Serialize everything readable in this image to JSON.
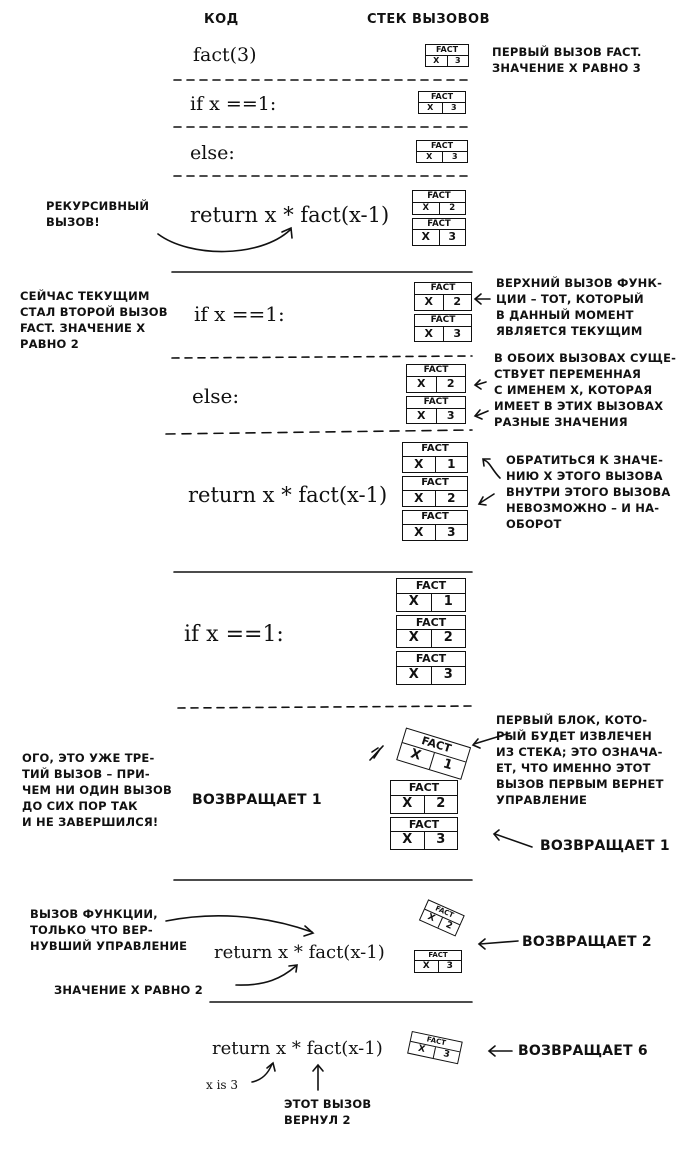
{
  "header": {
    "code_col": "КОД",
    "stack_col": "СТЕК ВЫЗОВОВ"
  },
  "frame_label": "FACT",
  "var_name": "X",
  "steps": {
    "s1": {
      "code": "fact(3)",
      "stack": [
        "3"
      ],
      "note": [
        "ПЕРВЫЙ ВЫЗОВ FACT.",
        "ЗНАЧЕНИЕ X РАВНО 3"
      ]
    },
    "s2": {
      "code": "if x ==1:",
      "stack": [
        "3"
      ]
    },
    "s3": {
      "code": "else:",
      "stack": [
        "3"
      ]
    },
    "s4": {
      "code": "return x * fact(x-1)",
      "stack": [
        "2",
        "3"
      ],
      "left_note": [
        "РЕКУРСИВНЫЙ",
        "ВЫЗОВ!"
      ]
    },
    "s5": {
      "code": "if x ==1:",
      "stack": [
        "2",
        "3"
      ],
      "left_note": [
        "СЕЙЧАС ТЕКУЩИМ",
        "СТАЛ ВТОРОЙ ВЫЗОВ",
        "FACT. ЗНАЧЕНИЕ X",
        "РАВНО 2"
      ],
      "note": [
        "ВЕРХНИЙ ВЫЗОВ ФУНК-",
        "ЦИИ – ТОТ, КОТОРЫЙ",
        "В ДАННЫЙ МОМЕНТ",
        "ЯВЛЯЕТСЯ ТЕКУЩИМ"
      ]
    },
    "s6": {
      "code": "else:",
      "stack": [
        "2",
        "3"
      ],
      "note": [
        "В ОБОИХ ВЫЗОВАХ СУЩЕ-",
        "СТВУЕТ ПЕРЕМЕННАЯ",
        "С ИМЕНЕМ X, КОТОРАЯ",
        "ИМЕЕТ В ЭТИХ ВЫЗОВАХ",
        "РАЗНЫЕ ЗНАЧЕНИЯ"
      ]
    },
    "s7": {
      "code": "return x * fact(x-1)",
      "stack": [
        "1",
        "2",
        "3"
      ],
      "note": [
        "ОБРАТИТЬСЯ К ЗНАЧЕ-",
        "НИЮ X ЭТОГО ВЫЗОВА",
        "ВНУТРИ ЭТОГО ВЫЗОВА",
        "НЕВОЗМОЖНО – И НА-",
        "ОБОРОТ"
      ]
    },
    "s8": {
      "code": "if x ==1:",
      "stack": [
        "1",
        "2",
        "3"
      ]
    },
    "s9": {
      "center": "ВОЗВРАЩАЕТ 1",
      "stack": [
        "1",
        "2",
        "3"
      ],
      "left_note": [
        "ОГО, ЭТО УЖЕ ТРЕ-",
        "ТИЙ ВЫЗОВ – ПРИ-",
        "ЧЕМ НИ ОДИН ВЫЗОВ",
        "ДО СИХ ПОР ТАК",
        "И НЕ ЗАВЕРШИЛСЯ!"
      ],
      "note": [
        "ПЕРВЫЙ БЛОК, КОТО-",
        "РЫЙ БУДЕТ ИЗВЛЕЧЕН",
        "ИЗ СТЕКА; ЭТО ОЗНАЧА-",
        "ЕТ, ЧТО ИМЕННО ЭТОТ",
        "ВЫЗОВ ПЕРВЫМ ВЕРНЕТ",
        "УПРАВЛЕНИЕ"
      ],
      "returns": "ВОЗВРАЩАЕТ 1"
    },
    "s10": {
      "code": "return x * fact(x-1)",
      "stack": [
        "2",
        "3"
      ],
      "top_note": [
        "ВЫЗОВ ФУНКЦИИ,",
        "ТОЛЬКО ЧТО ВЕР-",
        "НУВШИЙ УПРАВЛЕНИЕ"
      ],
      "bottom_note": "ЗНАЧЕНИЕ X РАВНО 2",
      "returns": "ВОЗВРАЩАЕТ 2"
    },
    "s11": {
      "code": "return x * fact(x-1)",
      "stack": [
        "3"
      ],
      "x_note": "x is 3",
      "call_note": [
        "ЭТОТ ВЫЗОВ",
        "ВЕРНУЛ 2"
      ],
      "returns": "ВОЗВРАЩАЕТ 6"
    }
  }
}
